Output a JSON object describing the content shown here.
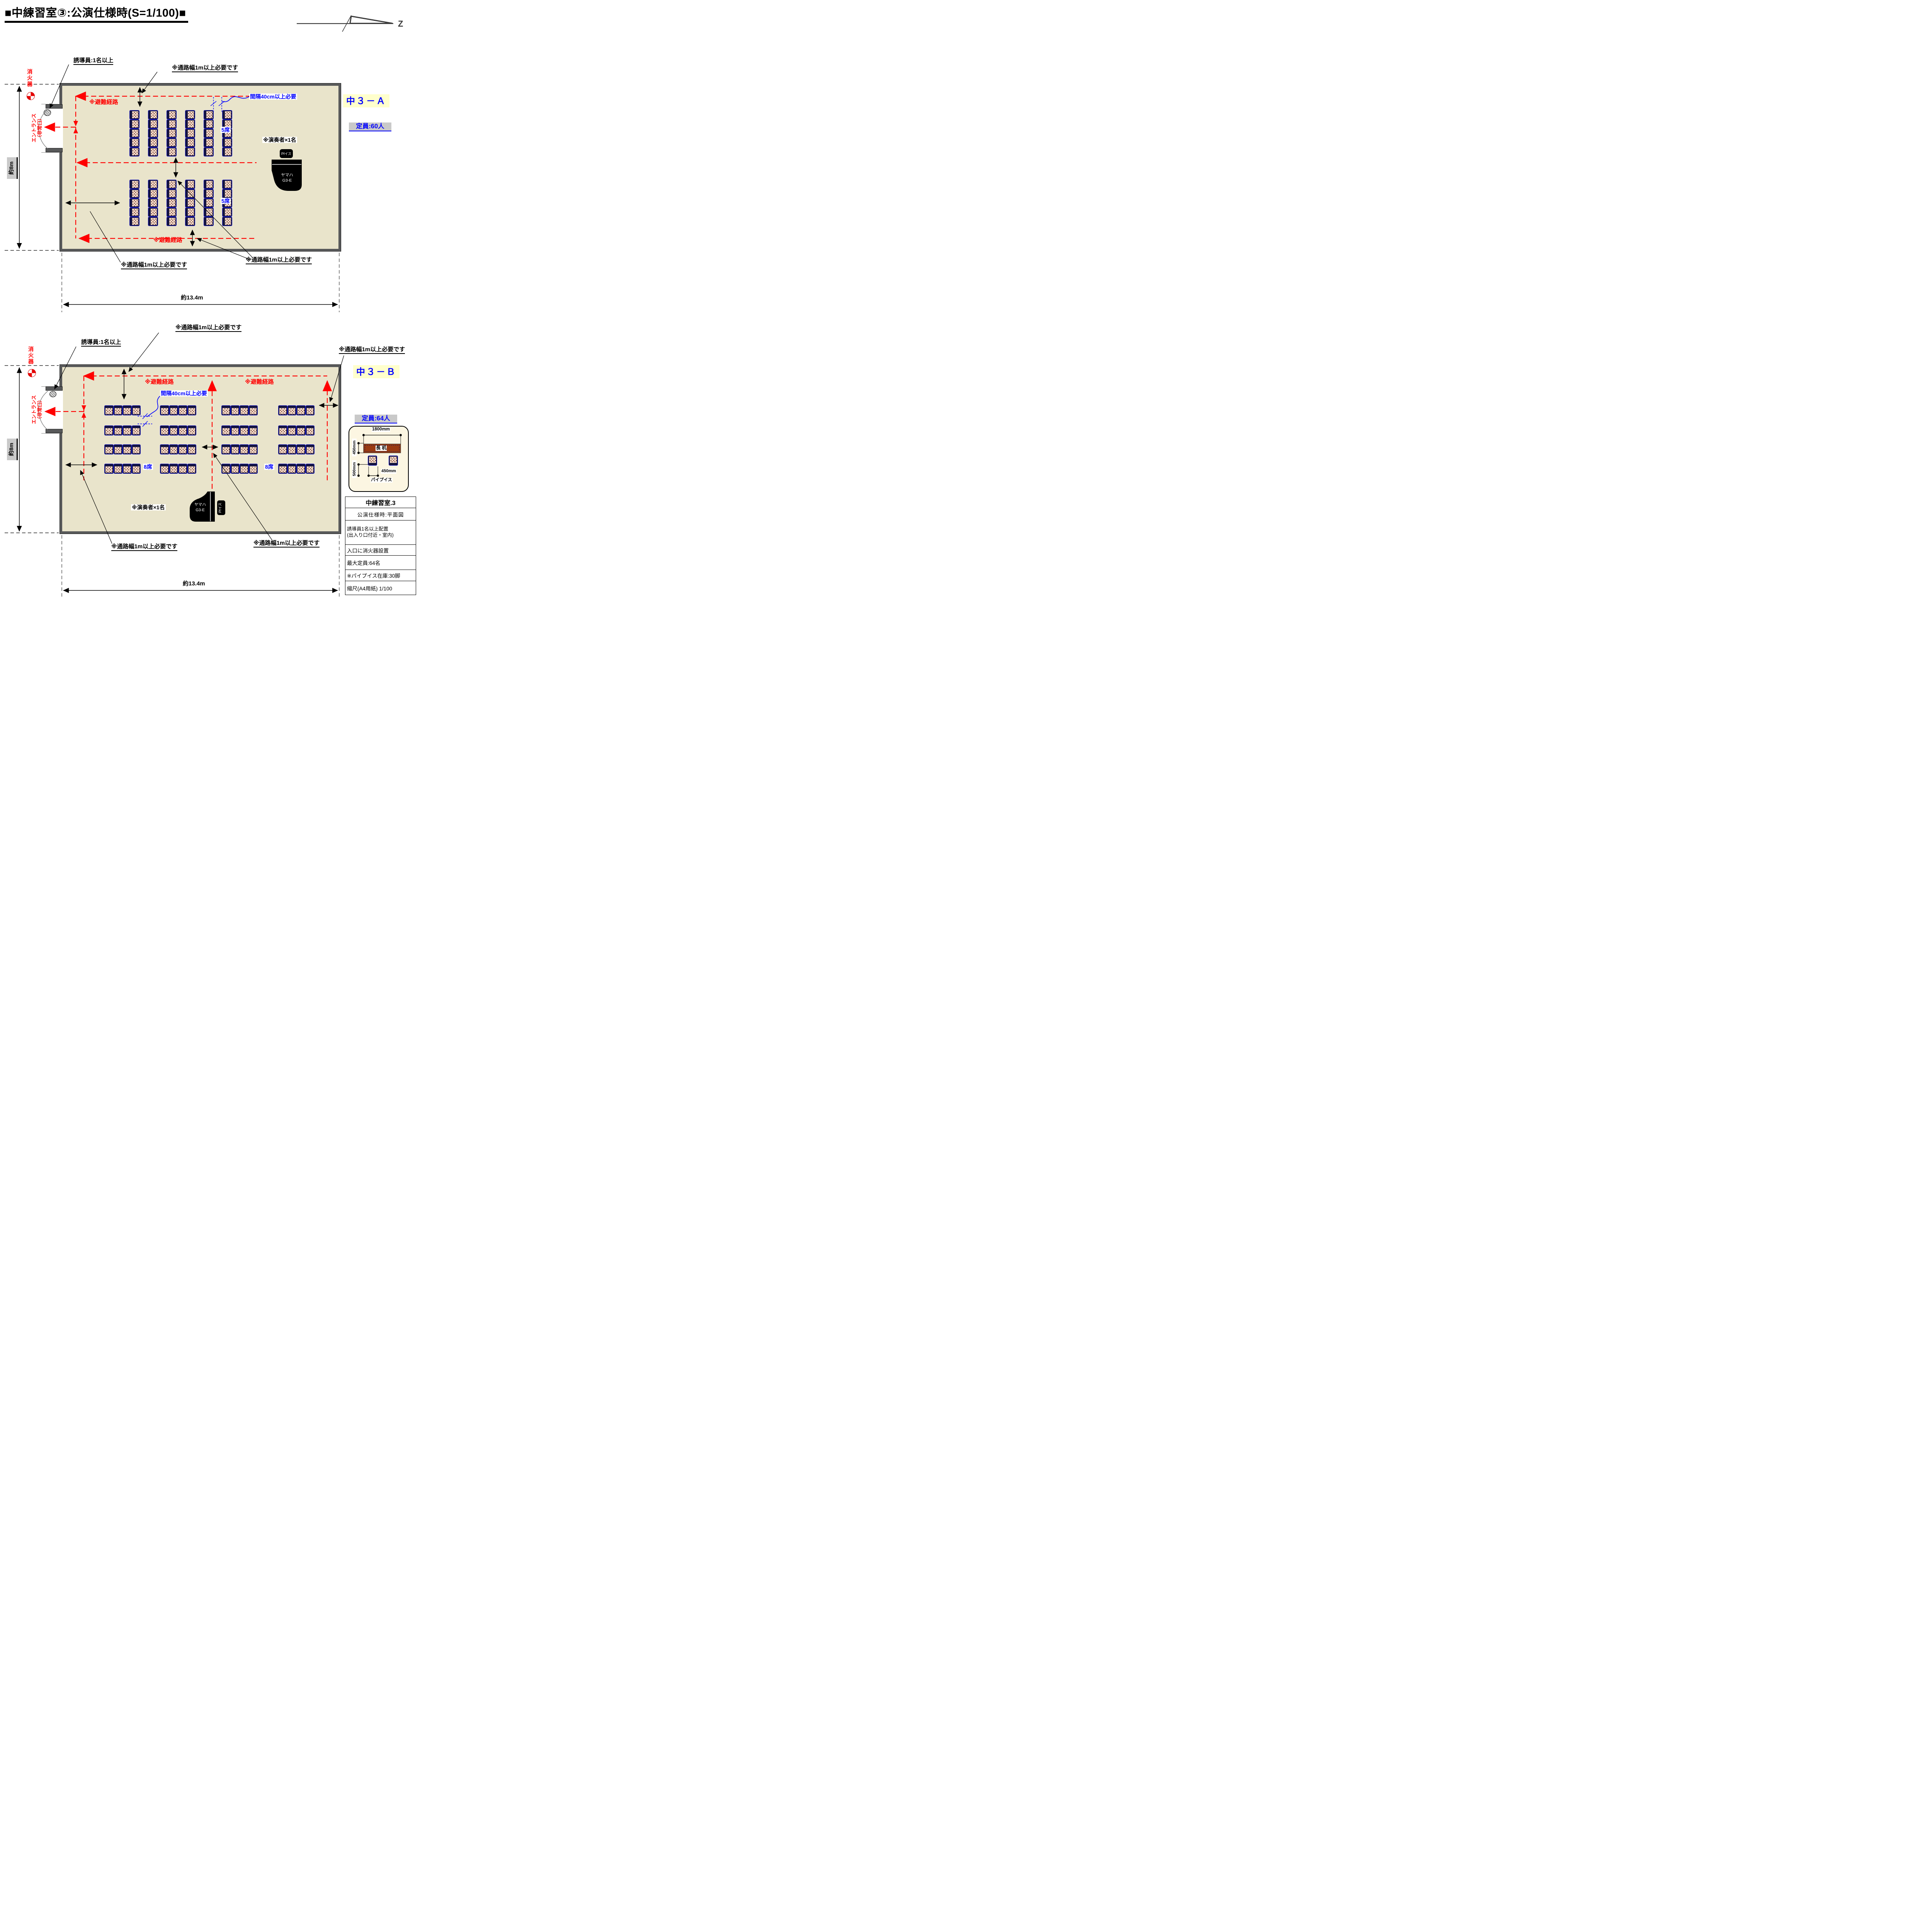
{
  "title": "■中練習室③:公演仕様時(S=1/100)■",
  "north": {
    "label": "Z"
  },
  "shared": {
    "guide_label": "誘導員:1名以上",
    "aisle_note": "※通路幅1m以上必要です",
    "evac_label": "※避難経路",
    "gap_note": "間隔40cm以上必要",
    "performer_note": "※演奏者×1名",
    "extinguisher": "消火器",
    "entrance_l1": "エントランス",
    "entrance_l2": "（非常口）",
    "piano_maker": "ヤマハ",
    "piano_model": "G3-E",
    "piano_stool": "Pfイス",
    "width_dim": "約13.4m",
    "height_dim": "約8m"
  },
  "plan_a": {
    "tag": "中３－Ａ",
    "capacity": "定員:60人",
    "row_label": "5席",
    "seat_count": 60,
    "blocks": 2,
    "columns": 6,
    "seats_per_column": 5
  },
  "plan_b": {
    "tag": "中３－Ｂ",
    "capacity": "定員:64人",
    "row_label": "8席",
    "seat_count": 64,
    "rows": 4,
    "groups_per_row": 4,
    "seats_per_group": 4
  },
  "detail": {
    "top_dim": "1800mm",
    "table_depth": "450mm",
    "table_label": "長 机",
    "chair_gap": "500mm",
    "chair_width": "450mm",
    "chair_name": "パイプイス"
  },
  "info_table": {
    "rows": [
      "中練習室.3",
      "公演仕様時:平面図",
      "誘導員1名以上配置",
      "(出入り口付近・室内)",
      "入口に消火器設置",
      "最大定員:64名",
      "※パイプイス在庫:30脚",
      "縮尺(A4用紙) 1/100"
    ]
  },
  "colors": {
    "floor": "#e9e4cb",
    "wall": "#58595a",
    "route_red": "#ff0000",
    "note_blue": "#0000ff",
    "chair_seat": "#ecd3c1",
    "chair_frame": "#131340",
    "tag_bg": "#ffffcc",
    "capacity_bg": "#c9c9c9",
    "table_brown": "#9a3b12"
  },
  "chair_sets": [
    {
      "back": "left",
      "w": 26,
      "h": 24,
      "xs": [
        335,
        383,
        431,
        479,
        527,
        575
      ],
      "ys": [
        285,
        309,
        333,
        357,
        381
      ]
    },
    {
      "back": "left",
      "w": 26,
      "h": 24,
      "xs": [
        335,
        383,
        431,
        479,
        527,
        575
      ],
      "ys": [
        465,
        489,
        513,
        537,
        561
      ]
    },
    {
      "back": "top",
      "w": 23.5,
      "h": 26,
      "xs": [
        270,
        293.5,
        317,
        340.5,
        414,
        437.5,
        461,
        484.5,
        573,
        596.5,
        620,
        643.5,
        720,
        743.5,
        767,
        790.5
      ],
      "ys": [
        1049,
        1101,
        1150,
        1200
      ]
    },
    {
      "back": "bottom",
      "w": 24,
      "h": 26,
      "xs": [
        952,
        1006
      ],
      "ys": [
        1179
      ]
    }
  ]
}
